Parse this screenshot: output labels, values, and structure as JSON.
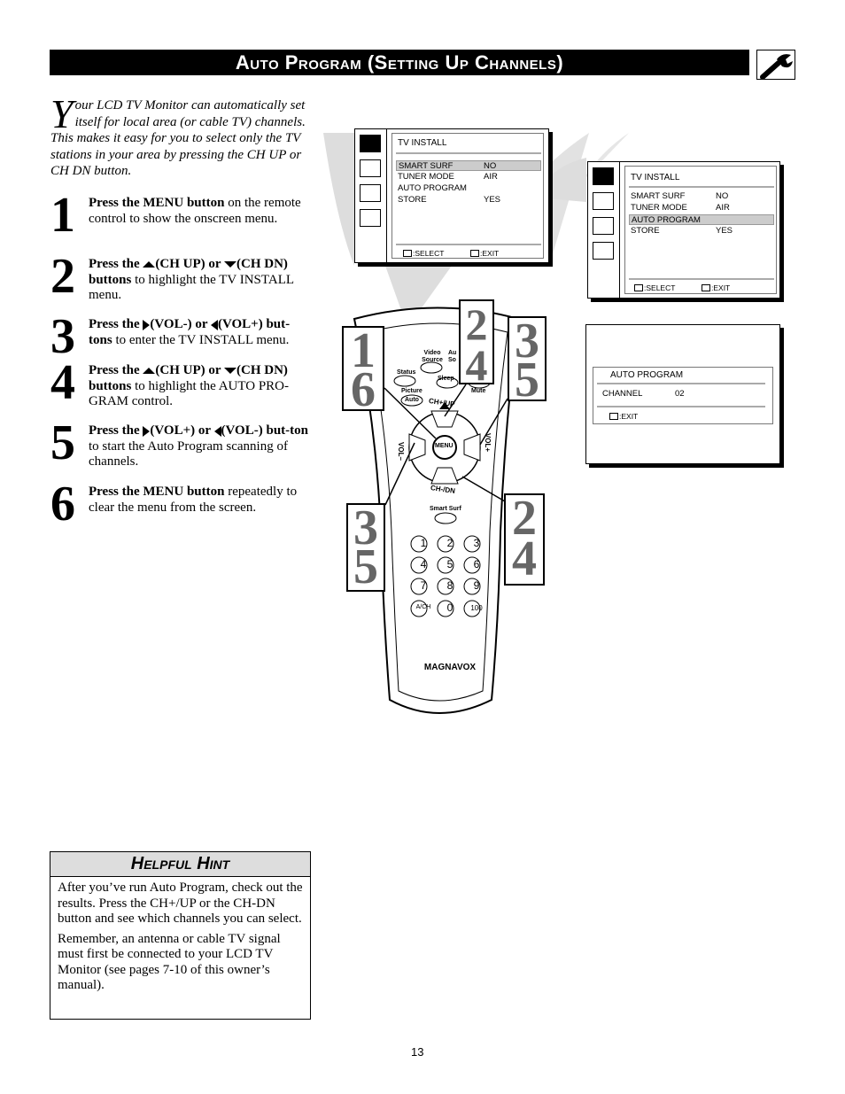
{
  "header": {
    "title": "Auto Program (Setting Up Channels)",
    "icon": "wrench-icon"
  },
  "intro": {
    "dropcap": "Y",
    "text": "our LCD TV Monitor can automatically set itself for local area (or cable TV) channels.  This makes it easy for you to select only the TV stations in your area by pressing the CH UP or CH DN button."
  },
  "steps": [
    {
      "num": "1",
      "bold": "Press the MENU button",
      "rest": " on the remote control to show the onscreen menu."
    },
    {
      "num": "2",
      "b1": "Press the ",
      "b2": "(CH UP) or ",
      "b3": "(CH DN) buttons",
      "rest": " to highlight the TV INSTALL menu."
    },
    {
      "num": "3",
      "b1": "Press the ",
      "b2": "(VOL-) or ",
      "b3": "(VOL+) but-tons",
      "rest": " to enter the TV INSTALL menu."
    },
    {
      "num": "4",
      "b1": "Press the ",
      "b2": "(CH UP) or ",
      "b3": "(CH DN) buttons",
      "rest": " to highlight the AUTO PRO-GRAM control."
    },
    {
      "num": "5",
      "b1": "Press the ",
      "b2": "(VOL+) or ",
      "b3": "(VOL-) but-ton",
      "rest": " to start the Auto Program scanning of channels."
    },
    {
      "num": "6",
      "bold": "Press the MENU button",
      "rest": " repeatedly to clear the menu from the screen."
    }
  ],
  "hint": {
    "title": "Helpful Hint",
    "p1": "After you’ve run Auto Program, check out the results. Press the CH+/UP or the CH-DN button and see which channels you can select.",
    "p2": "Remember, an antenna or cable TV signal must first be connected to your LCD TV Monitor (see pages 7-10 of this owner’s manual)."
  },
  "page_number": "13",
  "screen1": {
    "title": "TV INSTALL",
    "rows": [
      {
        "label": "SMART SURF",
        "value": "NO"
      },
      {
        "label": "TUNER MODE",
        "value": "AIR"
      },
      {
        "label": "AUTO PROGRAM",
        "value": ""
      },
      {
        "label": "STORE",
        "value": "YES"
      }
    ],
    "select": ":SELECT",
    "exit": ":EXIT"
  },
  "screen2": {
    "title": "TV INSTALL",
    "rows": [
      {
        "label": "SMART SURF",
        "value": "NO"
      },
      {
        "label": "TUNER MODE",
        "value": "AIR"
      },
      {
        "label": "AUTO PROGRAM",
        "value": ""
      },
      {
        "label": "STORE",
        "value": "YES"
      }
    ],
    "select": ":SELECT",
    "exit": ":EXIT"
  },
  "screen3": {
    "title": "AUTO PROGRAM",
    "channel_label": "CHANNEL",
    "channel_value": "02",
    "exit": ":EXIT"
  },
  "remote": {
    "video_source": "Video Source",
    "audio_source": "Au So",
    "status": "Status",
    "sleep": "Sleep",
    "picture": "Picture",
    "auto": "Auto",
    "mute": "Mute",
    "ch_up": "CH+/UP",
    "ch_dn": "CH-/DN",
    "vol_minus": "VOL–",
    "vol_plus": "VOL+",
    "menu": "MENU",
    "smart_surf": "Smart Surf",
    "keys": [
      "1",
      "2",
      "3",
      "4",
      "5",
      "6",
      "7",
      "8",
      "9",
      "A/CH",
      "0",
      "100"
    ],
    "brand": "MAGNAVOX"
  },
  "callouts": {
    "c1": "1",
    "c6": "6",
    "c2a": "2",
    "c4a": "4",
    "c3a": "3",
    "c5a": "5",
    "c3b": "3",
    "c5b": "5",
    "c2b": "2",
    "c4b": "4"
  }
}
